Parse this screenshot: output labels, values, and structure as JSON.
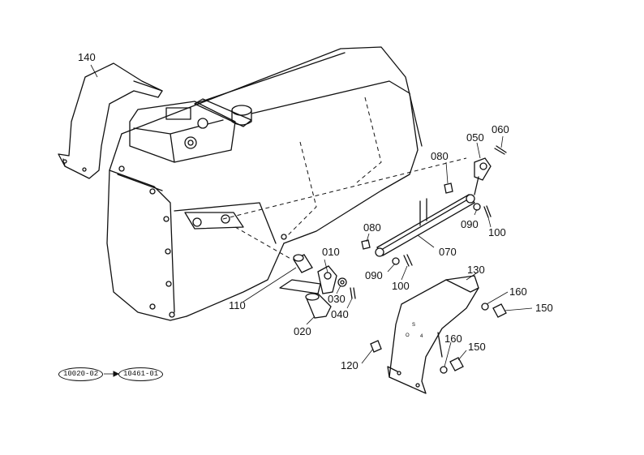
{
  "callouts": {
    "p140": "140",
    "p050": "050",
    "p060": "060",
    "p080a": "080",
    "p090a": "090",
    "p100a": "100",
    "p080b": "080",
    "p070": "070",
    "p010": "010",
    "p090b": "090",
    "p100b": "100",
    "p130": "130",
    "p160a": "160",
    "p150a": "150",
    "p110": "110",
    "p030": "030",
    "p040": "040",
    "p020": "020",
    "p160b": "160",
    "p150b": "150",
    "p120": "120"
  },
  "references": {
    "from": "10020-02",
    "to": "10461-01"
  }
}
